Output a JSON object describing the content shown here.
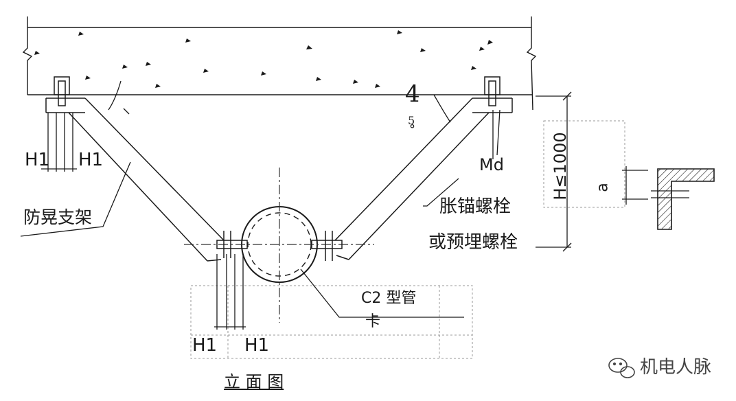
{
  "labels": {
    "h1_top_left_a": "H1",
    "h1_top_left_b": "H1",
    "sway_brace": "防晃支架",
    "angle_4": "4",
    "angle_5": "5",
    "angle_deg": "°",
    "md": "Md",
    "anchor_line1": "胀锚螺栓",
    "anchor_line2": "或预埋螺栓",
    "height_limit": "H≤1000",
    "dim_a": "a",
    "pipe_clamp_line1": "C2 型管",
    "pipe_clamp_line2": "卡",
    "h1_bottom_a": "H1",
    "h1_bottom_b": "H1",
    "view_title": "立 面 图",
    "watermark": "机电人脉"
  },
  "icons": {
    "watermark_icon": "wechat-bubble-icon"
  },
  "colors": {
    "line": "#1a1a1a",
    "dashed": "#8a8a8a",
    "hatch": "#1a1a1a",
    "background": "#ffffff"
  }
}
